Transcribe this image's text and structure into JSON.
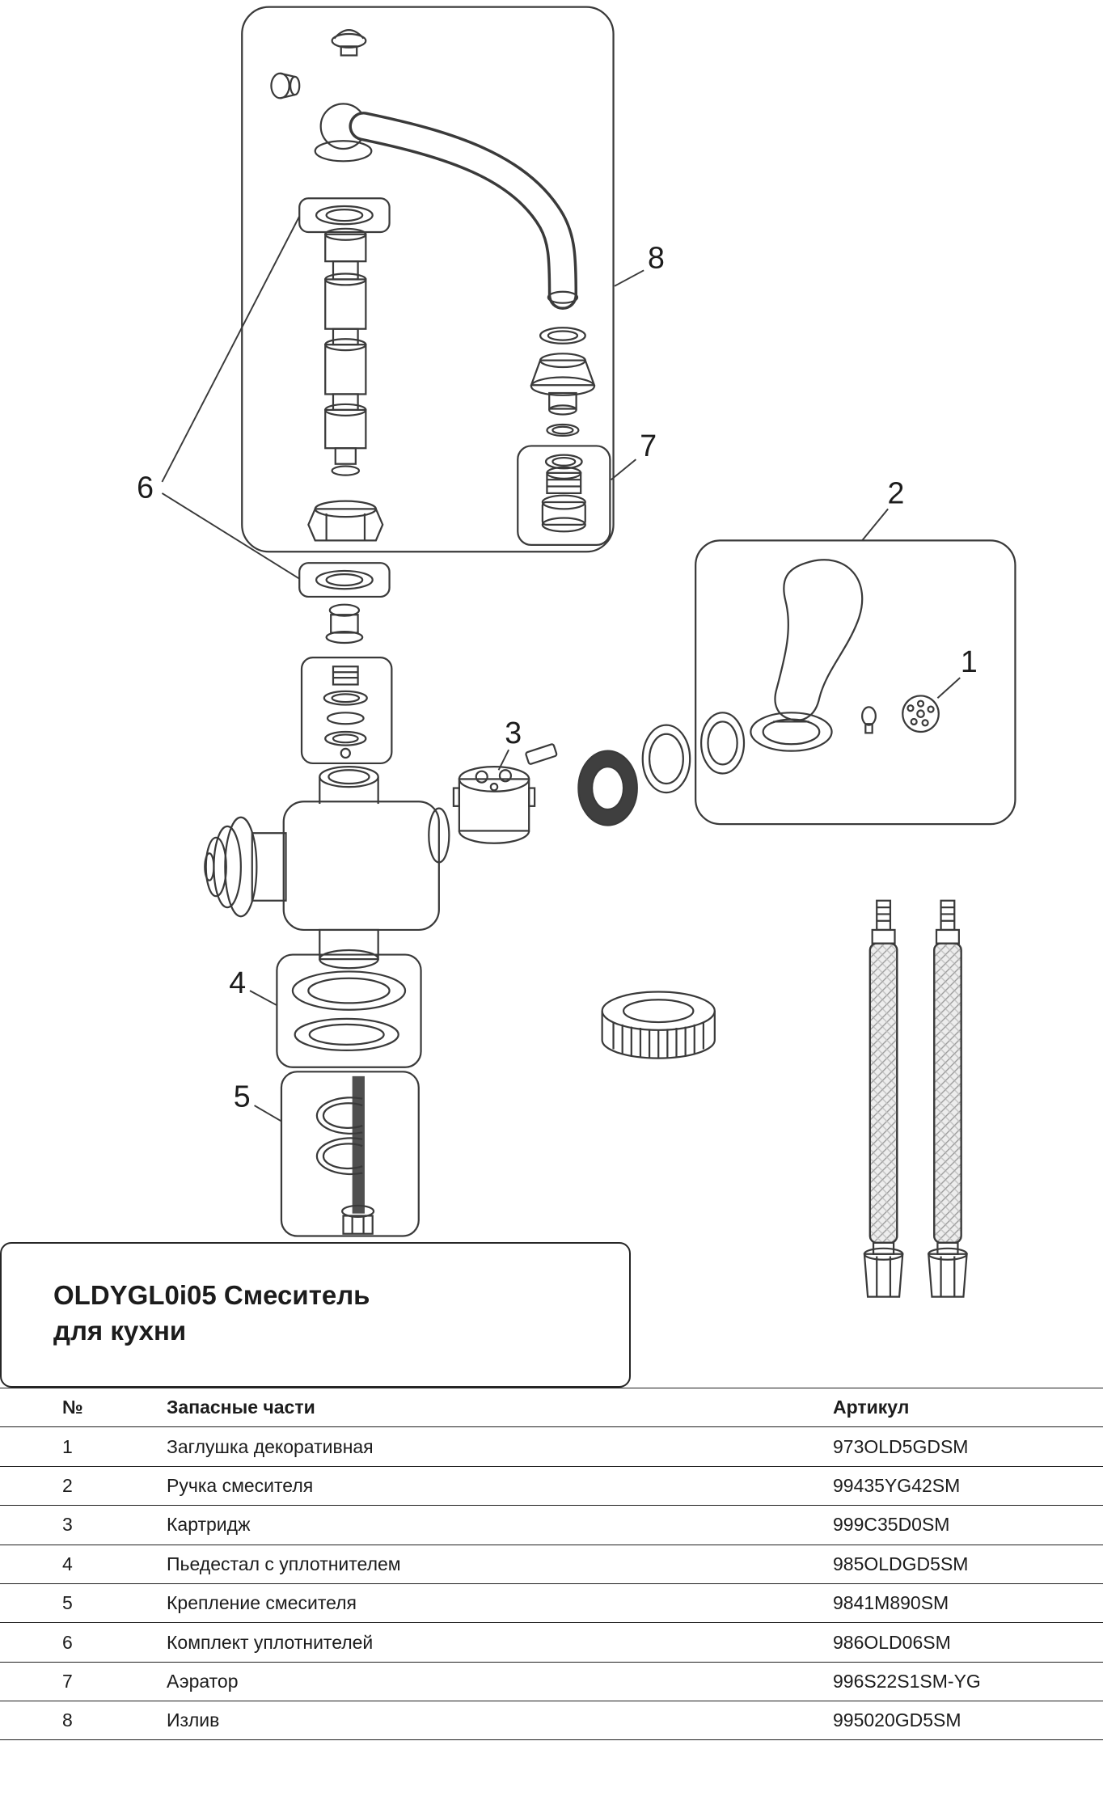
{
  "document": {
    "title": "OLDYGL0i05 Смеситель для кухни"
  },
  "diagram": {
    "description": "exploded-view kitchen faucet parts drawing",
    "callouts": {
      "c1": "1",
      "c2": "2",
      "c3": "3",
      "c4": "4",
      "c5": "5",
      "c6": "6",
      "c7": "7",
      "c8": "8"
    }
  },
  "table": {
    "headers": {
      "no": "№",
      "part": "Запасные части",
      "sku": "Артикул"
    },
    "rows": [
      {
        "no": "1",
        "part": "Заглушка декоративная",
        "sku": "973OLD5GDSM"
      },
      {
        "no": "2",
        "part": "Ручка смесителя",
        "sku": "99435YG42SM"
      },
      {
        "no": "3",
        "part": "Картридж",
        "sku": "999C35D0SM"
      },
      {
        "no": "4",
        "part": "Пьедестал с уплотнителем",
        "sku": "985OLDGD5SM"
      },
      {
        "no": "5",
        "part": "Крепление смесителя",
        "sku": "9841M890SM"
      },
      {
        "no": "6",
        "part": "Комплект уплотнителей",
        "sku": "986OLD06SM"
      },
      {
        "no": "7",
        "part": "Аэратор",
        "sku": "996S22S1SM-YG"
      },
      {
        "no": "8",
        "part": "Излив",
        "sku": "995020GD5SM"
      }
    ]
  },
  "colors": {
    "line": "#3a3a3a",
    "text": "#1c1c1c",
    "background": "#ffffff"
  }
}
